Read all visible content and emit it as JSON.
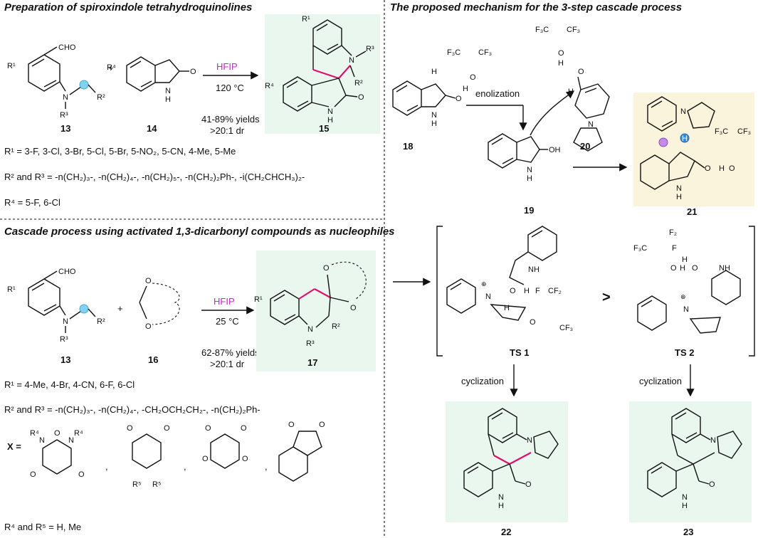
{
  "left_top": {
    "title": "Preparation of spiroxindole tetrahydroquinolines",
    "reagent": "HFIP",
    "temp": "120 °C",
    "yield": "41-89% yields",
    "dr": ">20:1 dr",
    "cmpd_a": "13",
    "cmpd_b": "14",
    "cmpd_c": "15",
    "plus": "+",
    "r1_line": "R¹ = 3-F, 3-Cl, 3-Br, 5-Cl, 5-Br, 5-NO₂, 5-CN, 4-Me, 5-Me",
    "r2r3_line": "R² and R³ = -n(CH₂)₃-, -n(CH₂)₄-, -n(CH₂)₅-, -n(CH₂)₂Ph-, -i(CH₂CHCH₃)₂-",
    "r4_line": "R⁴ = 5-F, 6-Cl"
  },
  "left_bottom": {
    "title": "Cascade process using activated 1,3-dicarbonyl compounds as nucleophiles",
    "reagent": "HFIP",
    "temp": "25 °C",
    "yield": "62-87% yields",
    "dr": ">20:1 dr",
    "cmpd_a": "13",
    "cmpd_b": "16",
    "cmpd_c": "17",
    "plus": "+",
    "r1_line": "R¹ = 4-Me, 4-Br, 4-CN, 6-F, 6-Cl",
    "r2r3_line": "R² and R³ = -n(CH₂)₃-, -n(CH₂)₄-, -CH₂OCH₂CH₂-, -n(CH₂)₂Ph-",
    "x_label": "X =",
    "r45_line": "R⁴ and R⁵ = H, Me"
  },
  "right": {
    "title": "The proposed mechanism for the 3-step cascade process",
    "enolization": "enolization",
    "cyclization": "cyclization",
    "cmpd_18": "18",
    "cmpd_19": "19",
    "cmpd_20": "20",
    "cmpd_21": "21",
    "ts1": "TS 1",
    "ts2": "TS 2",
    "gt": ">",
    "cmpd_22": "22",
    "cmpd_23": "23"
  },
  "colors": {
    "pink": "#e0106a",
    "magenta_text": "#cc22cc",
    "green_box": "#eaf7ee",
    "yellow_box": "#fbf4dc",
    "blue_dot": "#7fd3f0"
  }
}
